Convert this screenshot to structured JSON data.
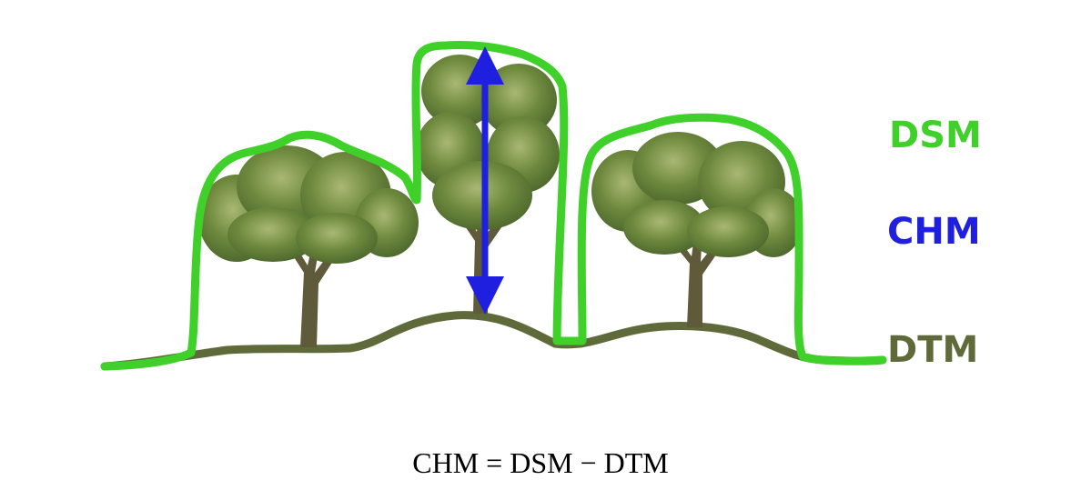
{
  "labels": {
    "dsm": "DSM",
    "chm": "CHM",
    "dtm": "DTM"
  },
  "formula": "CHM = DSM − DTM",
  "colors": {
    "dsm": "#3fd12a",
    "chm": "#1f1fe0",
    "dtm": "#5e6a3a",
    "foliage_dark": "#4f6a2e",
    "foliage_mid": "#6f8a3e",
    "foliage_light": "#9fb06a",
    "trunk": "#5f5a3a"
  }
}
